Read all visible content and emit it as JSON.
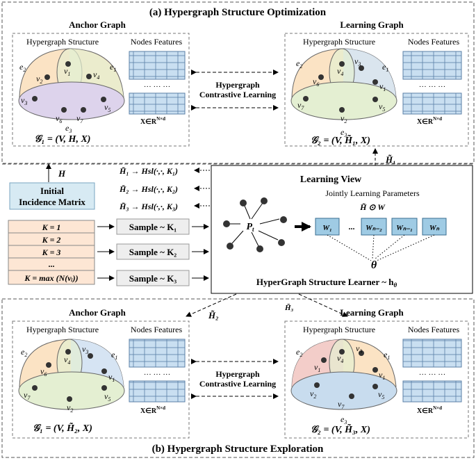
{
  "top_title": "(a) Hypergraph Structure Optimization",
  "bottom_title": "(b) Hypergraph Structure Exploration",
  "anchor_graph_label": "Anchor Graph",
  "learning_graph_label": "Learning  Graph",
  "hypergraph_structure_label": "Hypergraph Structure",
  "nodes_features_label": "Nodes Features",
  "feature_dots": "··· ··· ···",
  "feature_matrix": "X∈R",
  "feature_matrix_sup": "N×d",
  "contrastive_line1": "Hypergraph",
  "contrastive_line2": "Contrastive Learning",
  "nodes": {
    "v1": "v",
    "s1": "1",
    "s2": "2",
    "s3": "3",
    "s4": "4",
    "s5": "5",
    "s6": "6",
    "s7": "7",
    "e": "e"
  },
  "top_anchor_formula": "𝒢₁ = (V, H, X)",
  "top_learning_formula": "𝒢₂ = (V, H̃₁, X)",
  "bottom_anchor_formula": "𝒢₁ = (V, H̃₂, X)",
  "bottom_learning_formula": "𝒢₂ = (V, H̃₃, X)",
  "initial_matrix_line1": "Initial",
  "initial_matrix_line2": "Incidence Matrix",
  "H_label": "H",
  "k_table": [
    "K = 1",
    "K = 2",
    "K = 3",
    "...",
    "K = max (N(vᵢ))"
  ],
  "samples": [
    "Sample ~ K₁",
    "Sample ~ K₂",
    "Sample ~ K₃"
  ],
  "hsl_formulas": [
    "H̃₁ → Hsl(·,·, K₁)",
    "H̃₂ → Hsl(·,·, K₂)",
    "H̃₃ → Hsl(·,·, K₃)"
  ],
  "learning_view": {
    "title": "Learning View",
    "subtitle": "Jointly Learning Parameters",
    "hw": "H̃ ⊙ W",
    "pt": "P",
    "pt_sub": "t",
    "weights": [
      "W₁",
      "...",
      "Wₙ₋₂",
      "Wₙ₋₁",
      "Wₙ"
    ],
    "theta": "θ",
    "learner": "HyperGraph Structure Learner ~ h",
    "learner_sub": "θ"
  },
  "H1_tilde": "H̃₁",
  "H2_tilde": "H̃₂",
  "H3_tilde": "H̃₃",
  "colors": {
    "ellipse_green": "#e4efd2",
    "ellipse_orange": "#fbe3c4",
    "ellipse_purple": "#ddd3ec",
    "ellipse_blue": "#d6e4f3",
    "ellipse_red": "#f3cdc9",
    "matrix_blue": "#c9dff1",
    "weight_box": "#9fcbe4",
    "k_table": "#fde6d4",
    "initial_box": "#d7eaf3"
  }
}
